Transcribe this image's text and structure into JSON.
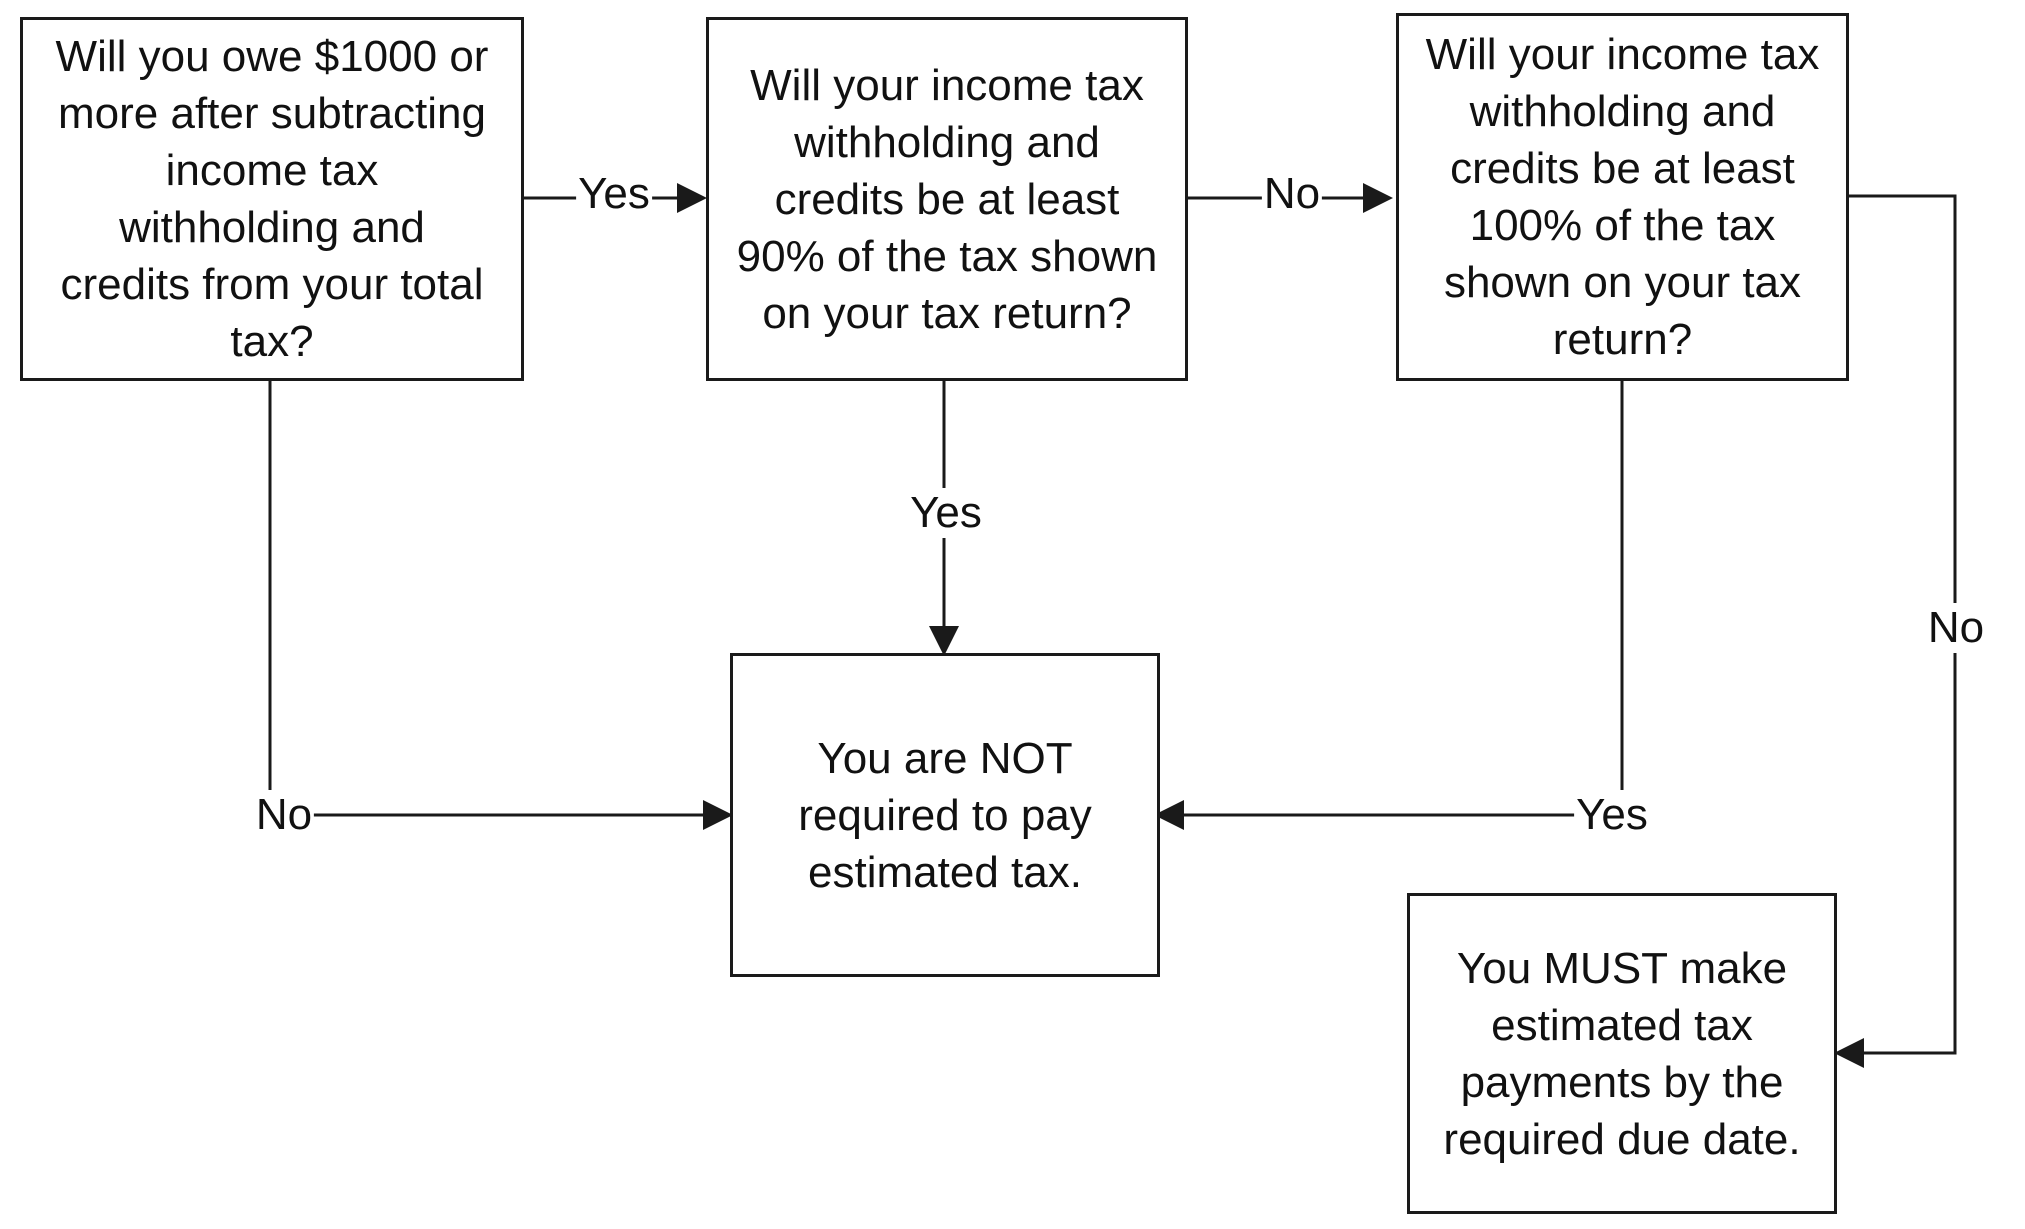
{
  "diagram": {
    "nodes": {
      "q_owe": {
        "text": "Will you owe $1000 or\nmore after subtracting\nincome tax\nwithholding and\ncredits from your total\ntax?"
      },
      "q_90": {
        "text": "Will your income tax\nwithholding and\ncredits be at least\n90% of the tax shown\non your tax return?"
      },
      "q_100": {
        "text": "Will your income tax\nwithholding and\ncredits be at least\n100% of the tax\nshown on your tax\nreturn?"
      },
      "not_required": {
        "text": "You are NOT\nrequired to pay\nestimated tax."
      },
      "must_pay": {
        "text": "You MUST make\nestimated tax\npayments by the\nrequired due date."
      }
    },
    "edges": [
      {
        "from": "q_owe",
        "to": "q_90",
        "label": "Yes"
      },
      {
        "from": "q_90",
        "to": "q_100",
        "label": "No"
      },
      {
        "from": "q_90",
        "to": "not_required",
        "label": "Yes"
      },
      {
        "from": "q_owe",
        "to": "not_required",
        "label": "No"
      },
      {
        "from": "q_100",
        "to": "not_required",
        "label": "Yes"
      },
      {
        "from": "q_100",
        "to": "must_pay",
        "label": "No"
      }
    ]
  },
  "colors": {
    "line": "#1a1a1a",
    "text": "#111111",
    "background": "#ffffff"
  }
}
